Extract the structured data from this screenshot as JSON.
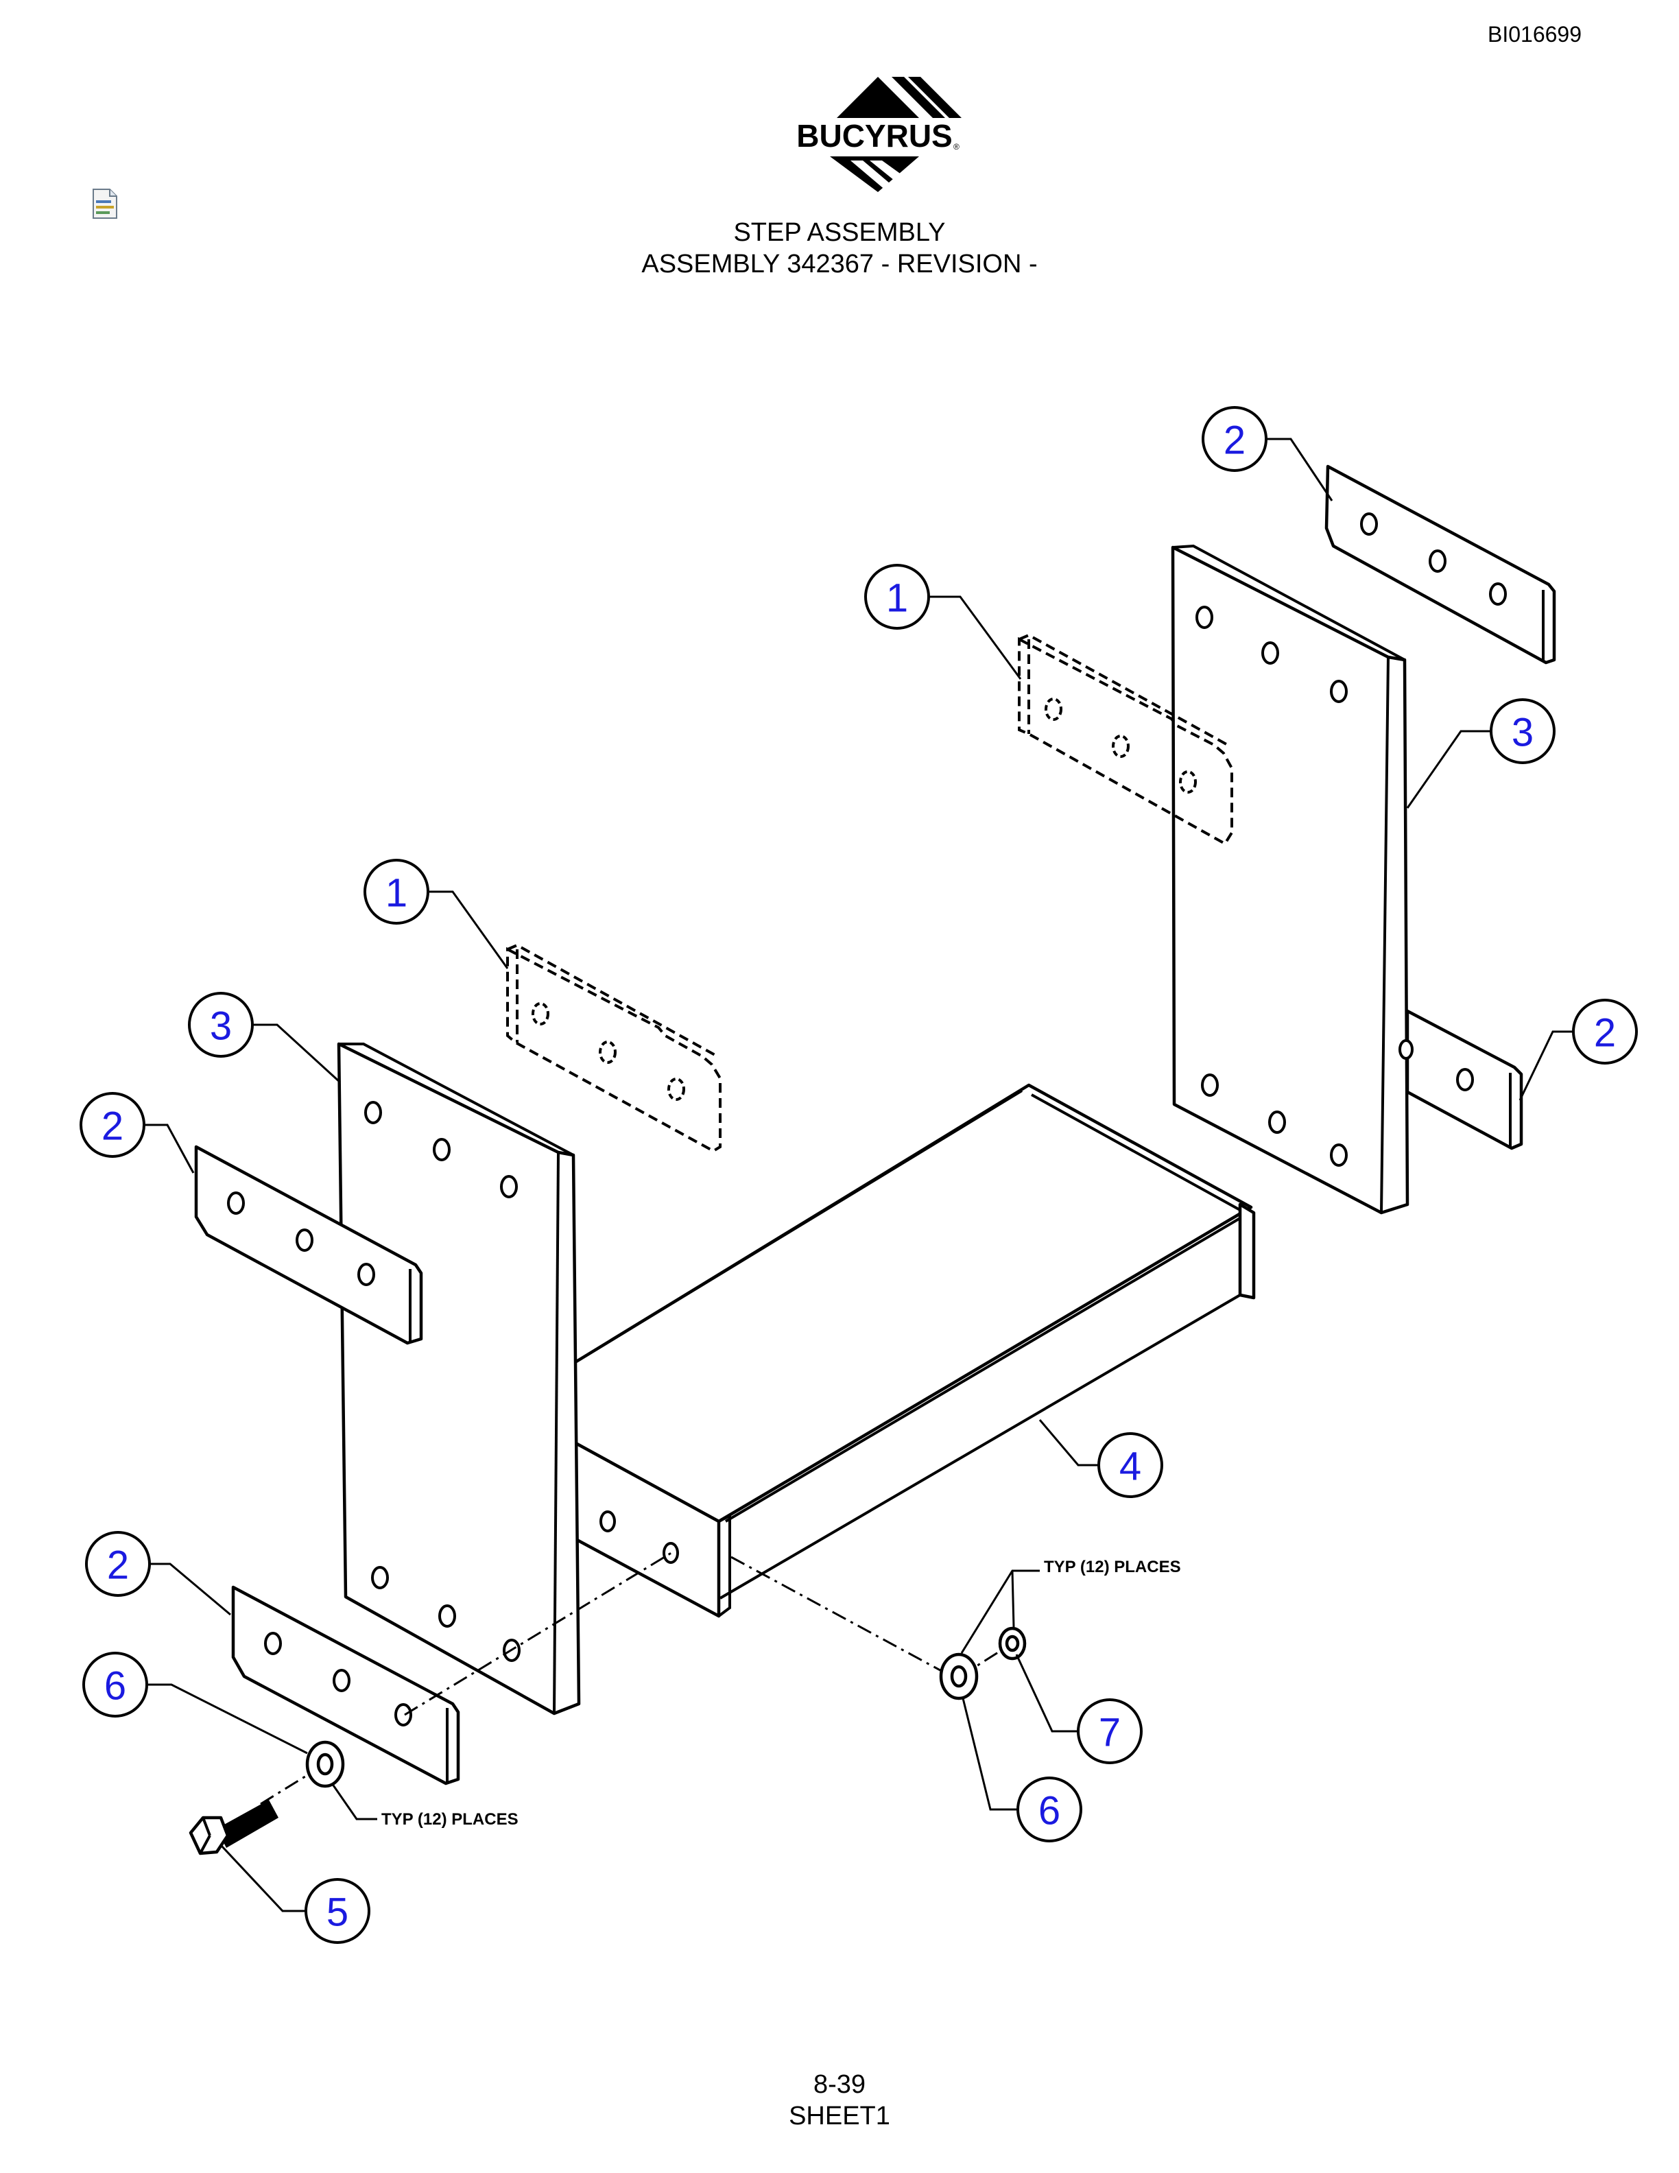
{
  "document": {
    "doc_id": "BI016699",
    "brand": "BUCYRUS",
    "title": "STEP ASSEMBLY",
    "subtitle": "ASSEMBLY 342367 - REVISION -",
    "page_number": "8-39",
    "sheet": "SHEET1"
  },
  "callouts": [
    {
      "label": "2"
    },
    {
      "label": "1"
    },
    {
      "label": "3"
    },
    {
      "label": "1"
    },
    {
      "label": "3"
    },
    {
      "label": "2"
    },
    {
      "label": "2"
    },
    {
      "label": "4"
    },
    {
      "label": "2"
    },
    {
      "label": "7"
    },
    {
      "label": "6"
    },
    {
      "label": "6"
    },
    {
      "label": "5"
    }
  ],
  "notes": [
    {
      "text": "TYP (12) PLACES"
    },
    {
      "text": "TYP (12) PLACES"
    }
  ],
  "colors": {
    "callout_text": "#1a1ae0",
    "line": "#000000"
  },
  "icons": {
    "document_icon": "doc-attachment-icon",
    "logo": "bucyrus-logo"
  }
}
